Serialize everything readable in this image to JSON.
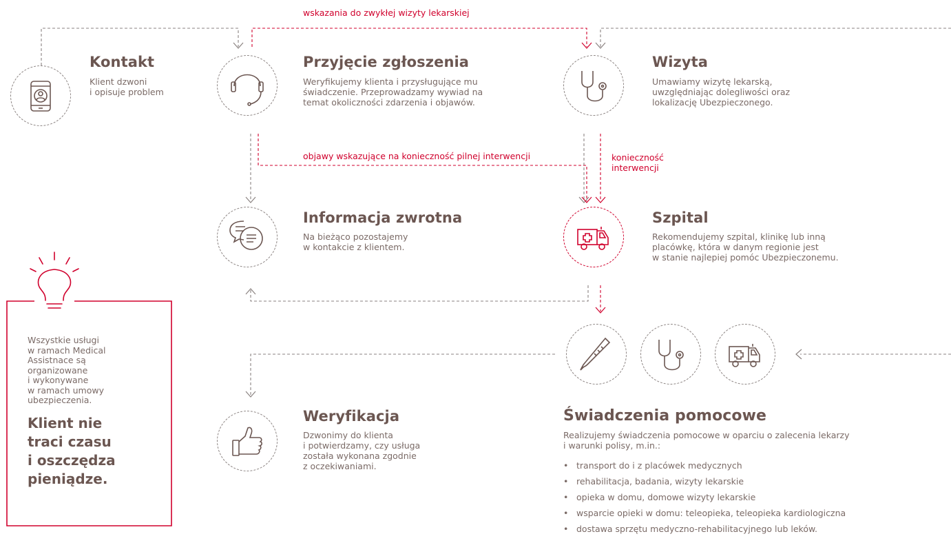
{
  "colors": {
    "accent": "#d0002c",
    "line": "#8a8280",
    "title": "#6b5651",
    "text": "#7a6a66"
  },
  "labels": {
    "routine_visit": "wskazania do zwykłej wizyty lekarskiej",
    "urgent": "objawy wskazujące na konieczność pilnej interwencji",
    "intervention_needed": "konieczność\ninterwencji"
  },
  "steps": {
    "contact": {
      "title": "Kontakt",
      "desc": "Klient dzwoni\ni opisuje problem",
      "icon": "phone-user-icon"
    },
    "intake": {
      "title": "Przyjęcie zgłoszenia",
      "desc": "Weryfikujemy klienta i przysługujące mu\nświadczenie. Przeprowadzamy wywiad na\ntemat okoliczności zdarzenia i objawów.",
      "icon": "headset-icon"
    },
    "visit": {
      "title": "Wizyta",
      "desc": "Umawiamy wizytę lekarską,\nuwzględniając dolegliwości oraz\nlokalizację Ubezpieczonego.",
      "icon": "stethoscope-icon"
    },
    "feedback": {
      "title": "Informacja zwrotna",
      "desc": "Na bieżąco pozostajemy\nw kontakcie z klientem.",
      "icon": "chat-bubbles-icon"
    },
    "hospital": {
      "title": "Szpital",
      "desc": "Rekomendujemy szpital, klinikę lub inną\nplacówkę, która w danym regionie jest\nw stanie najlepiej pomóc Ubezpieczonemu.",
      "icon": "ambulance-icon"
    },
    "verification": {
      "title": "Weryfikacja",
      "desc": "Dzwonimy do klienta\ni potwierdzamy, czy usługa\nzostała wykonana zgodnie\nz oczekiwaniami.",
      "icon": "thumbs-up-icon"
    },
    "support": {
      "title": "Świadczenia pomocowe",
      "desc": "Realizujemy świadczenia pomocowe w oparciu o zalecenia lekarzy\ni warunki polisy, m.in.:",
      "icons": [
        "thermometer-icon",
        "stethoscope-icon",
        "ambulance-icon"
      ],
      "bullets": [
        "transport do i z placówek medycznych",
        "rehabilitacja, badania, wizyty lekarskie",
        "opieka w domu, domowe wizyty lekarskie",
        "wsparcie opieki w domu: teleopieka, teleopieka kardiologiczna",
        "dostawa sprzętu medyczno-rehabilitacyjnego lub leków."
      ]
    }
  },
  "note": {
    "icon": "lightbulb-icon",
    "text": "Wszystkie usługi\nw ramach Medical\nAssistnace są\norganizowane\ni wykonywane\nw ramach umowy\nubezpieczenia.",
    "strong": "Klient nie\ntraci czasu\ni oszczędza\npieniądze."
  }
}
